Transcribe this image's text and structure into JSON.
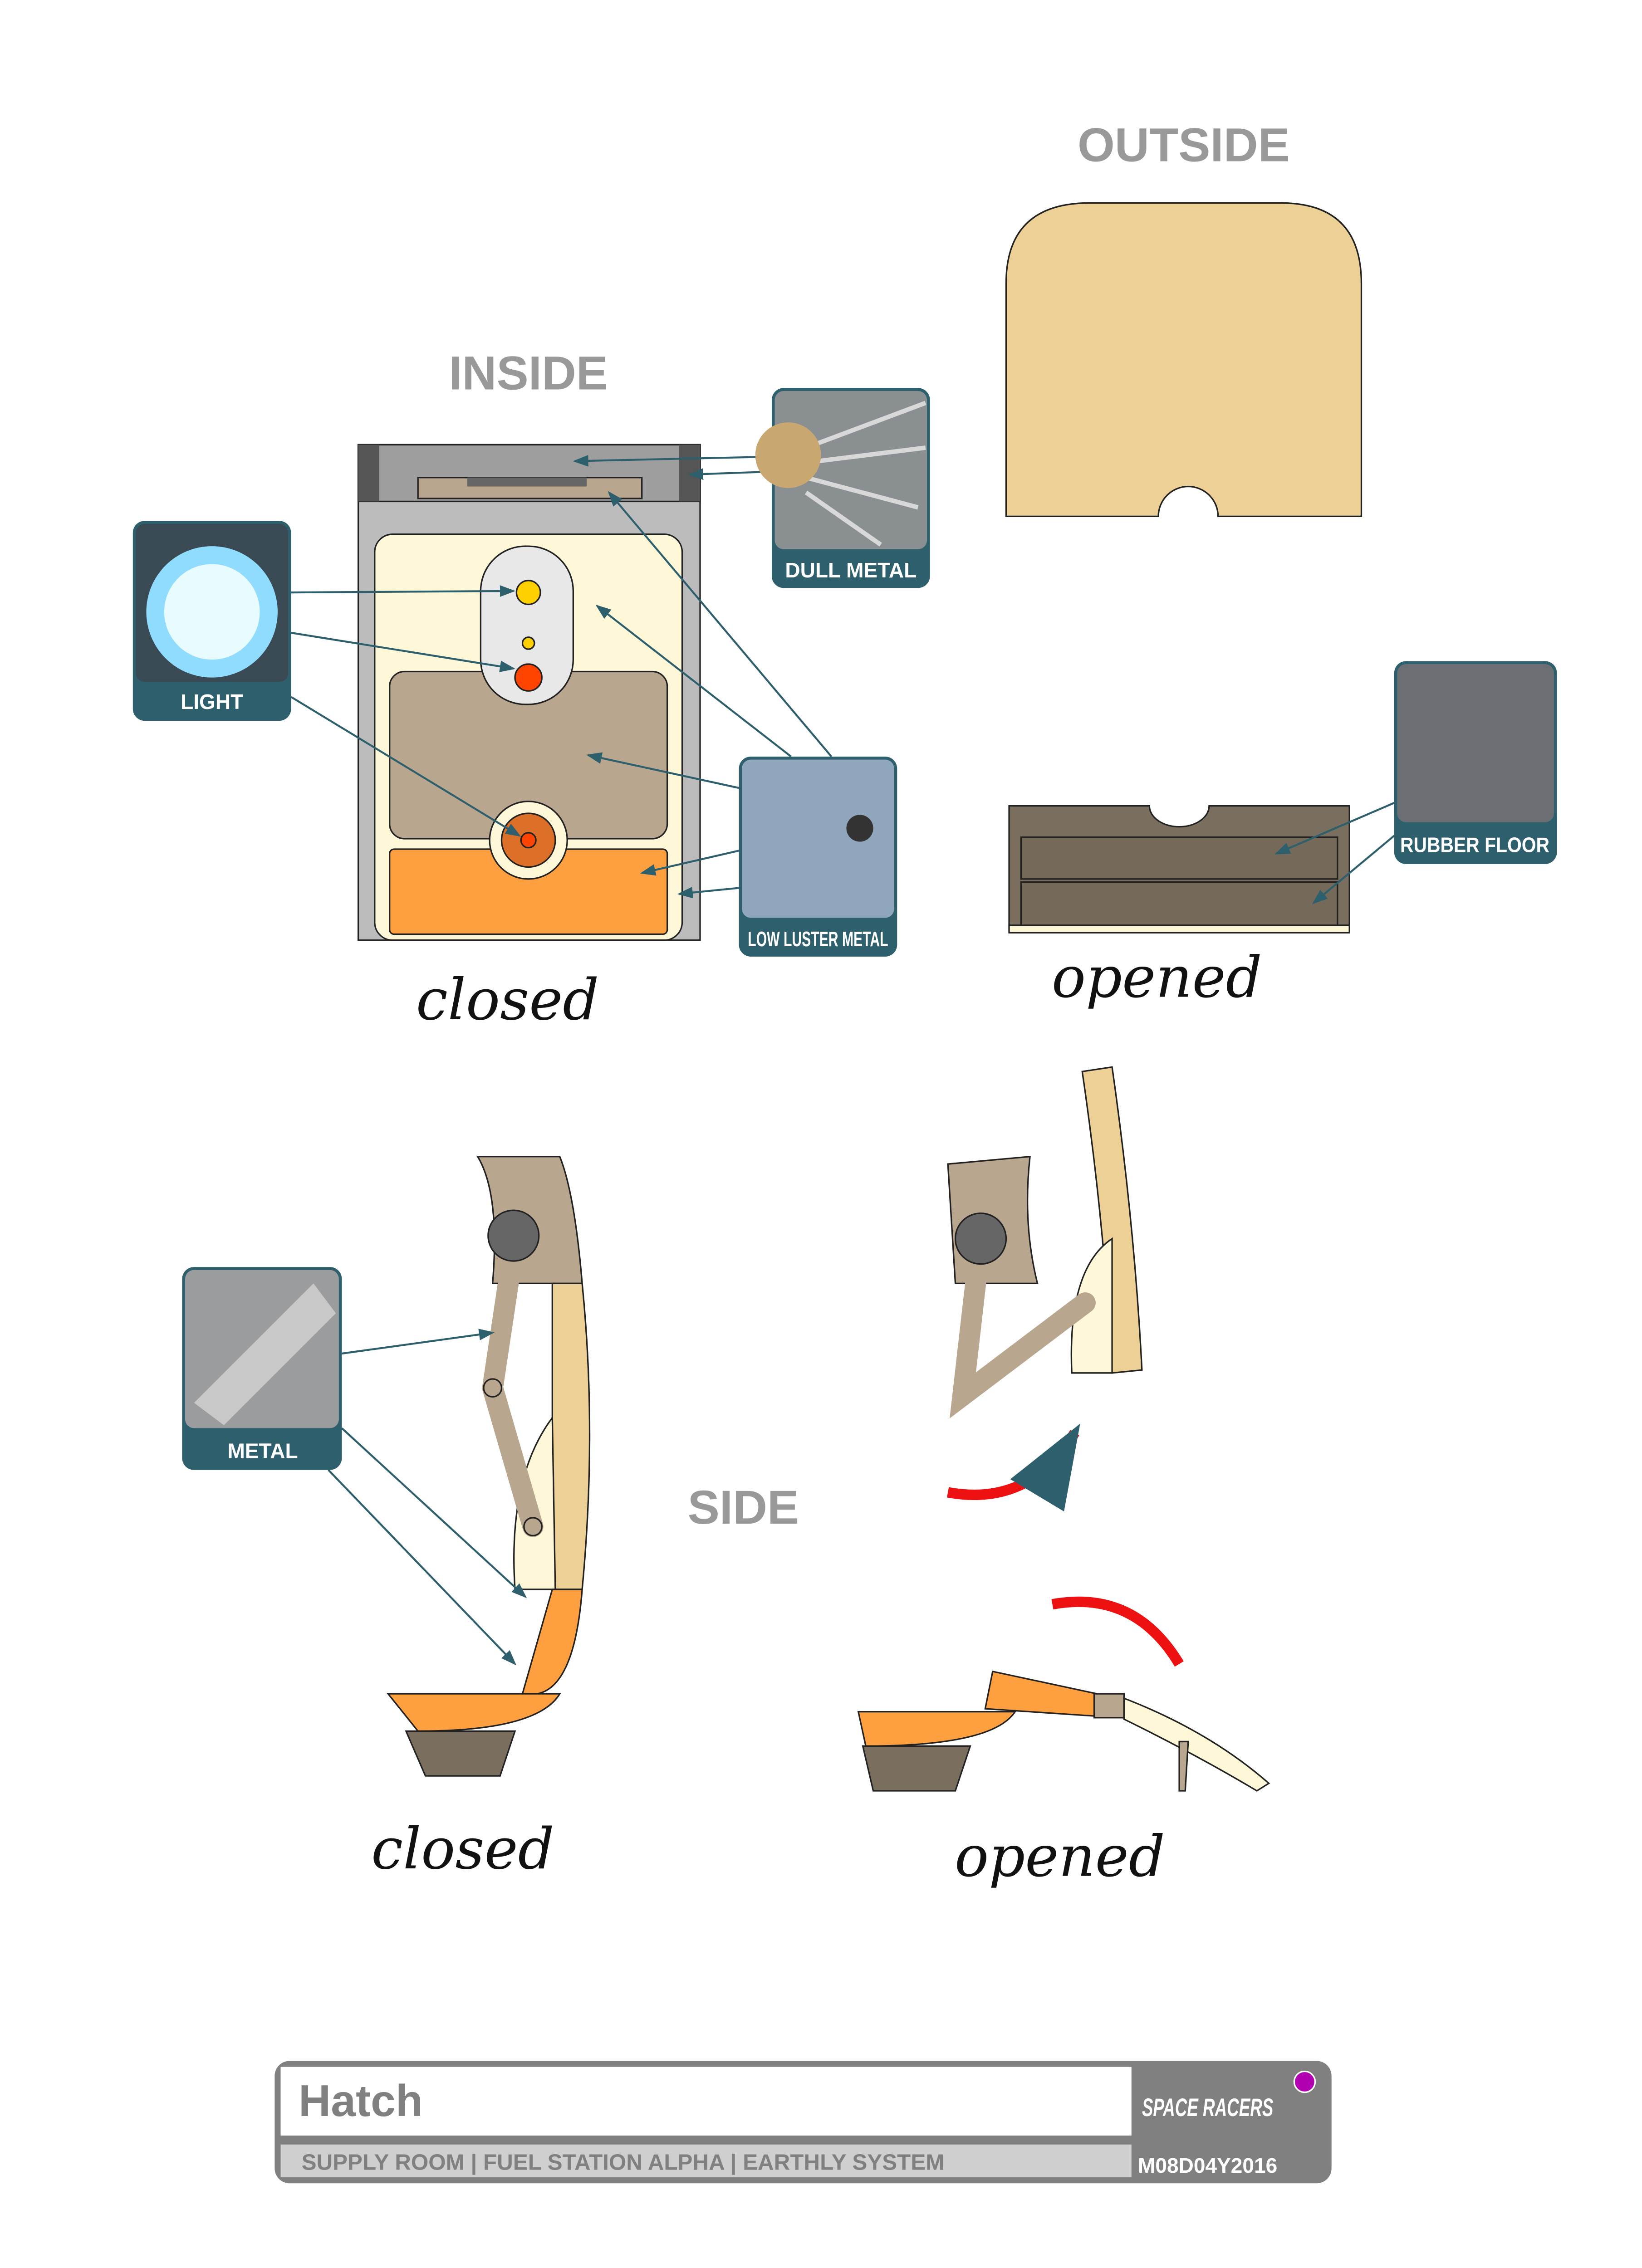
{
  "headings": {
    "outside": "OUTSIDE",
    "inside": "INSIDE",
    "side": "SIDE"
  },
  "captions": {
    "inside_closed": "closed",
    "outside_opened": "opened",
    "side_closed": "closed",
    "side_opened": "opened"
  },
  "material_tags": {
    "dull_metal": "DULL METAL",
    "light": "LIGHT",
    "low_luster_metal": "LOW LUSTER METAL",
    "rubber_floor": "RUBBER FLOOR",
    "metal": "METAL"
  },
  "footer": {
    "title": "Hatch",
    "subtitle": "SUPPLY ROOM | FUEL STATION ALPHA | EARTHLY SYSTEM",
    "date": "M08D04Y2016",
    "logo": "SPACE RACERS",
    "dot_color": "#b000b0"
  },
  "colors": {
    "tan": "#edd095",
    "beige": "#b8a68e",
    "orange": "#ffa040",
    "cream": "#fff8d8",
    "tag_bg": "#2e5f6c"
  }
}
